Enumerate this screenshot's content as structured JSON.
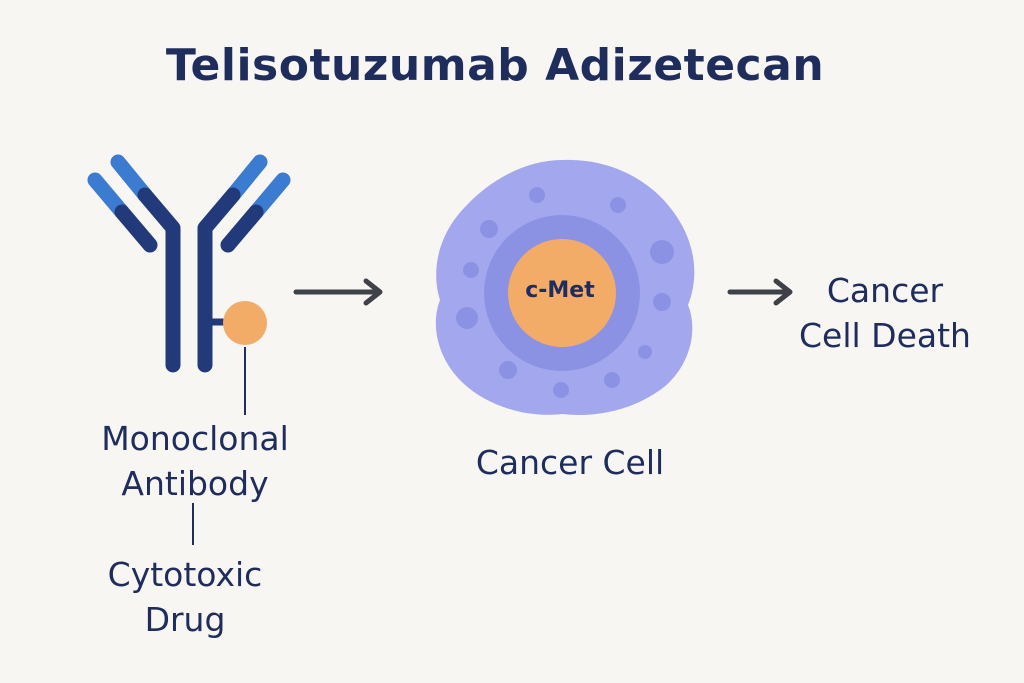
{
  "title": "Telisotuzumab Adizetecan",
  "antibody": {
    "label_line1": "Monoclonal",
    "label_line2": "Antibody",
    "icon": "antibody-icon"
  },
  "drug": {
    "label_line1": "Cytotoxic",
    "label_line2": "Drug",
    "icon": "drug-payload-icon"
  },
  "cell": {
    "label": "Cancer Cell",
    "receptor_label": "c-Met",
    "icon": "cancer-cell-icon"
  },
  "outcome": {
    "label_line1": "Cancer",
    "label_line2": "Cell Death"
  },
  "colors": {
    "background": "#f8f6f3",
    "text": "#1f2d5c",
    "antibody_dark": "#223a7a",
    "antibody_light": "#3b7bd0",
    "drug": "#f2ac68",
    "cell_outer": "#a3a8ee",
    "cell_inner": "#8c92e3",
    "arrow": "#3e4147"
  }
}
